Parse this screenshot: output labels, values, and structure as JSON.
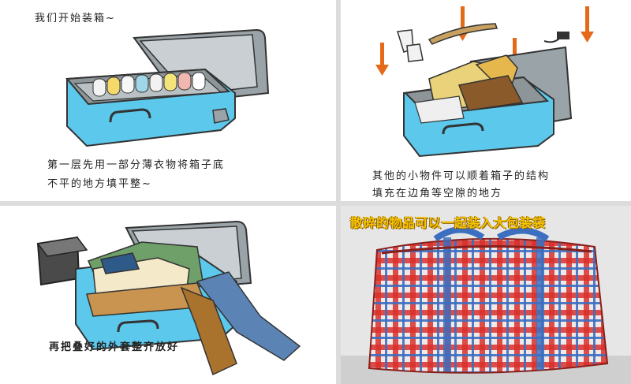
{
  "panels": {
    "step1": {
      "title": "我们开始装箱~",
      "caption_line1": "第一层先用一部分薄衣物将箱子底",
      "caption_line2": "不平的地方填平整~"
    },
    "step2": {
      "caption_line1": "其他的小物件可以顺着箱子的结构",
      "caption_line2": "填充在边角等空隙的地方"
    },
    "step3": {
      "caption_line1": "再把叠好的外套整齐放好"
    },
    "step4": {
      "title": "散碎的物品可以一起装入大包装袋"
    }
  },
  "colors": {
    "suitcase_blue": "#5bc8ec",
    "suitcase_lid": "#9aa4a8",
    "arrow_orange": "#e46a1a",
    "bag_red": "#d9302c",
    "bag_blue": "#3d6fc0",
    "title_yellow": "#f5c400"
  }
}
